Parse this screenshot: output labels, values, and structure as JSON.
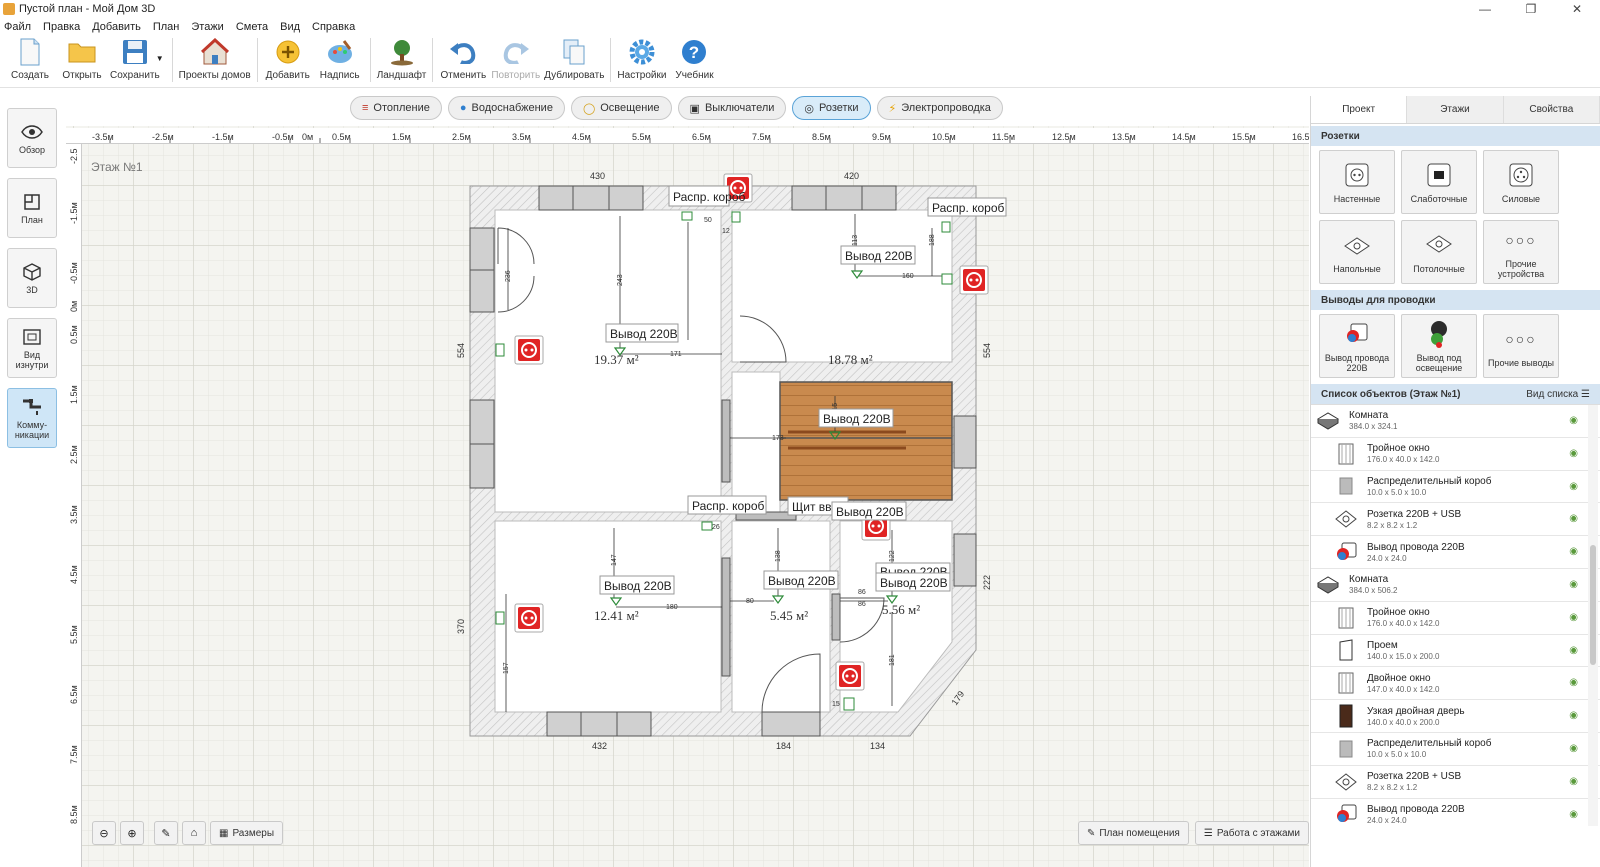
{
  "window": {
    "title": "Пустой план - Мой Дом 3D"
  },
  "menu": [
    "Файл",
    "Правка",
    "Добавить",
    "План",
    "Этажи",
    "Смета",
    "Вид",
    "Справка"
  ],
  "toolbar": {
    "create": "Создать",
    "open": "Открыть",
    "save": "Сохранить",
    "projects": "Проекты домов",
    "add": "Добавить",
    "label": "Надпись",
    "landscape": "Ландшафт",
    "undo": "Отменить",
    "redo": "Повторить",
    "duplicate": "Дублировать",
    "settings": "Настройки",
    "tutorial": "Учебник"
  },
  "leftbar": {
    "overview": "Обзор",
    "plan": "План",
    "view3d": "3D",
    "inside_1": "Вид",
    "inside_2": "изнутри",
    "comm_1": "Комму-",
    "comm_2": "никации"
  },
  "filters": [
    "Отопление",
    "Водоснабжение",
    "Освещение",
    "Выключатели",
    "Розетки",
    "Электропроводка"
  ],
  "ruler": {
    "top": [
      "-3.5м",
      "-2.5м",
      "-1.5м",
      "-0.5м",
      "0м",
      "0.5м",
      "1.5м",
      "2.5м",
      "3.5м",
      "4.5м",
      "5.5м",
      "6.5м",
      "7.5м",
      "8.5м",
      "9.5м",
      "10.5м",
      "11.5м",
      "12.5м",
      "13.5м",
      "14.5м",
      "15.5м",
      "16.5м"
    ],
    "left": [
      "-2.5",
      "-1.5м",
      "-0.5м",
      "0м",
      "0.5м",
      "1.5м",
      "2.5м",
      "3.5м",
      "4.5м",
      "5.5м",
      "6.5м",
      "7.5м",
      "8.5м"
    ]
  },
  "plan": {
    "floor_label": "Этаж №1",
    "dims": {
      "top_left": "430",
      "top_right": "420",
      "left_top": "554",
      "right_top": "554",
      "left_bottom": "370",
      "right_bottom": "222",
      "bottom_left": "432",
      "bottom_mid": "184",
      "bottom_right": "134",
      "diag": "179"
    },
    "areas": {
      "room1": "19.37 м²",
      "room2": "18.78 м²",
      "room3": "12.41 м²",
      "room4": "5.45 м²",
      "room5": "5.56 м²"
    },
    "labels": {
      "box1": "Распр. короб",
      "box2": "Распр. короб",
      "box3": "Распр. короб",
      "out1": "Вывод 220В",
      "out2": "Вывод 220В",
      "out3": "Вывод 220В",
      "out4": "Вывод 220В",
      "out5": "Вывод 220В",
      "out6": "Вывод 220В",
      "out7": "Вывод 220В",
      "out8": "Вывод 220В",
      "shield": "Щит вв"
    },
    "small_dims": [
      "50",
      "12",
      "243",
      "171",
      "113",
      "160",
      "188",
      "173",
      "115",
      "26",
      "147",
      "180",
      "138",
      "80",
      "86",
      "86",
      "122",
      "181",
      "157",
      "15",
      "236"
    ]
  },
  "bottom": {
    "sizes": "Размеры",
    "room_plan": "План помещения",
    "floors": "Работа с этажами"
  },
  "panel": {
    "tabs": [
      "Проект",
      "Этажи",
      "Свойства"
    ],
    "sockets_header": "Розетки",
    "sockets": [
      "Настенные",
      "Слаботочные",
      "Силовые",
      "Напольные",
      "Потолочные",
      "Прочие устройства"
    ],
    "outputs_header": "Выводы для проводки",
    "outputs": [
      "Вывод провода 220В",
      "Вывод под освещение",
      "Прочие выводы"
    ],
    "list_header": "Список объектов (Этаж №1)",
    "list_view": "Вид списка",
    "items": [
      {
        "name": "Комната",
        "dims": "384.0 x 324.1",
        "type": "room"
      },
      {
        "name": "Тройное окно",
        "dims": "176.0 x 40.0 x 142.0",
        "type": "window"
      },
      {
        "name": "Распределительный короб",
        "dims": "10.0 x 5.0 x 10.0",
        "type": "box"
      },
      {
        "name": "Розетка 220В + USB",
        "dims": "8.2 x 8.2 x 1.2",
        "type": "socket"
      },
      {
        "name": "Вывод провода 220В",
        "dims": "24.0 x 24.0",
        "type": "wire"
      },
      {
        "name": "Комната",
        "dims": "384.0 x 506.2",
        "type": "room"
      },
      {
        "name": "Тройное окно",
        "dims": "176.0 x 40.0 x 142.0",
        "type": "window"
      },
      {
        "name": "Проем",
        "dims": "140.0 x 15.0 x 200.0",
        "type": "opening"
      },
      {
        "name": "Двойное окно",
        "dims": "147.0 x 40.0 x 142.0",
        "type": "window"
      },
      {
        "name": "Узкая двойная дверь",
        "dims": "140.0 x 40.0 x 200.0",
        "type": "door"
      },
      {
        "name": "Распределительный короб",
        "dims": "10.0 x 5.0 x 10.0",
        "type": "box"
      },
      {
        "name": "Розетка 220В + USB",
        "dims": "8.2 x 8.2 x 1.2",
        "type": "socket"
      },
      {
        "name": "Вывод провода 220В",
        "dims": "24.0 x 24.0",
        "type": "wire"
      }
    ]
  },
  "colors": {
    "accent": "#d9ecf9",
    "socket_red": "#e02424",
    "wood": "#c98a4e"
  }
}
